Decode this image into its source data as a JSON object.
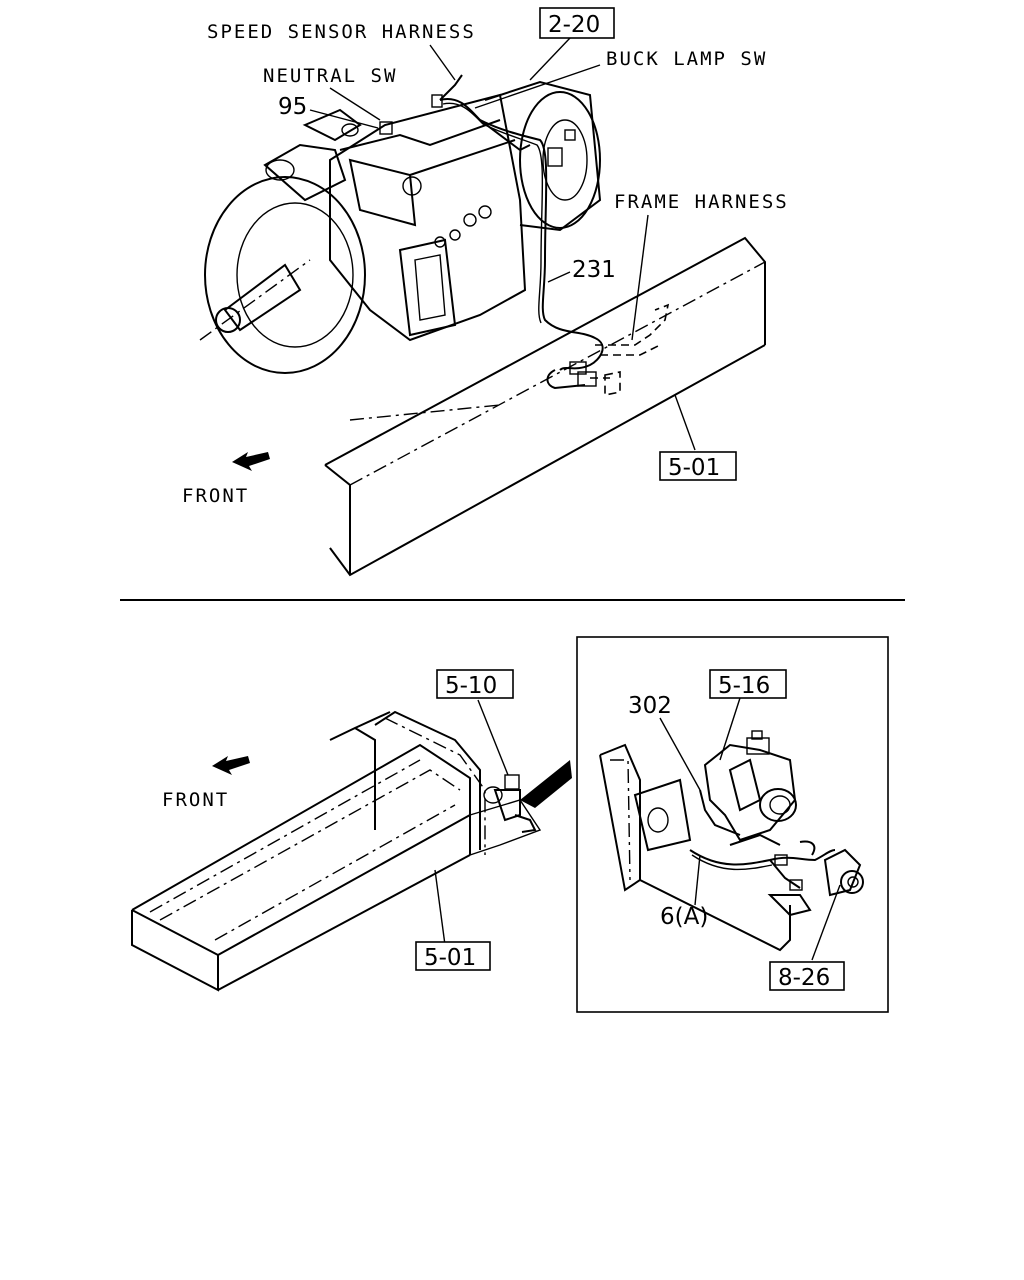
{
  "labels": {
    "speed_sensor_harness": "SPEED SENSOR HARNESS",
    "neutral_sw": "NEUTRAL SW",
    "buck_lamp_sw": "BUCK LAMP SW",
    "frame_harness": "FRAME HARNESS",
    "front_top": "FRONT",
    "front_bottom": "FRONT"
  },
  "part_numbers": {
    "p95": "95",
    "p231": "231",
    "p302": "302",
    "p6a": "6(A)"
  },
  "refs": {
    "r2_20": "2-20",
    "r5_01_top": "5-01",
    "r5_10": "5-10",
    "r5_16": "5-16",
    "r5_01_bottom": "5-01",
    "r8_26": "8-26"
  }
}
